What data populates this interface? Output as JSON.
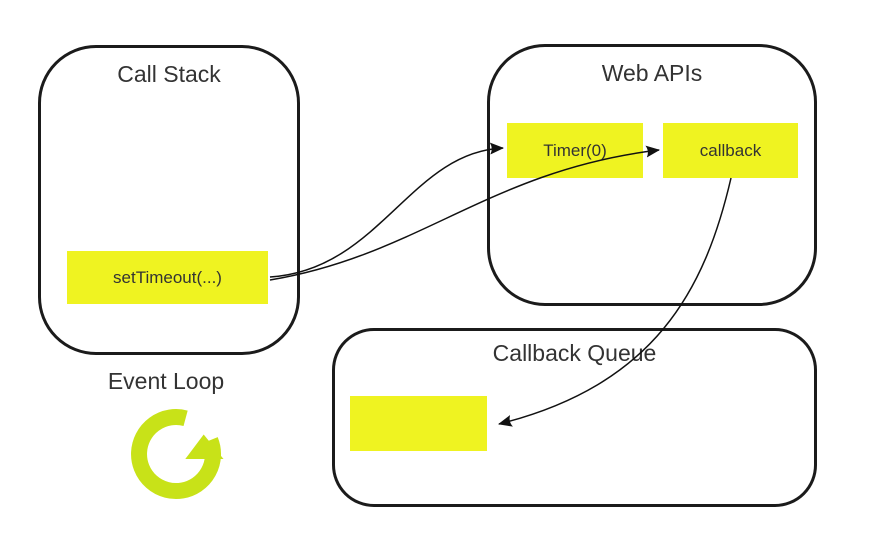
{
  "colors": {
    "background": "#ffffff",
    "panel_border": "#1b1b1b",
    "chip": "#eff321",
    "loop_icon": "#c8e218",
    "text": "#333333",
    "arrow": "#111111"
  },
  "panels": {
    "call_stack": {
      "title": "Call Stack",
      "items": [
        {
          "label": "setTimeout(...)"
        }
      ]
    },
    "web_apis": {
      "title": "Web APIs",
      "items": [
        {
          "label": "Timer(0)"
        },
        {
          "label": "callback"
        }
      ]
    },
    "callback_queue": {
      "title": "Callback Queue",
      "items": [
        {
          "label": ""
        }
      ]
    }
  },
  "event_loop": {
    "label": "Event Loop",
    "icon": "refresh-loop-icon"
  },
  "arrows": [
    {
      "from": "setTimeout(...)",
      "to": "Timer(0)"
    },
    {
      "from": "setTimeout(...)",
      "to": "callback"
    },
    {
      "from": "callback",
      "to": "callback-queue-slot"
    }
  ]
}
